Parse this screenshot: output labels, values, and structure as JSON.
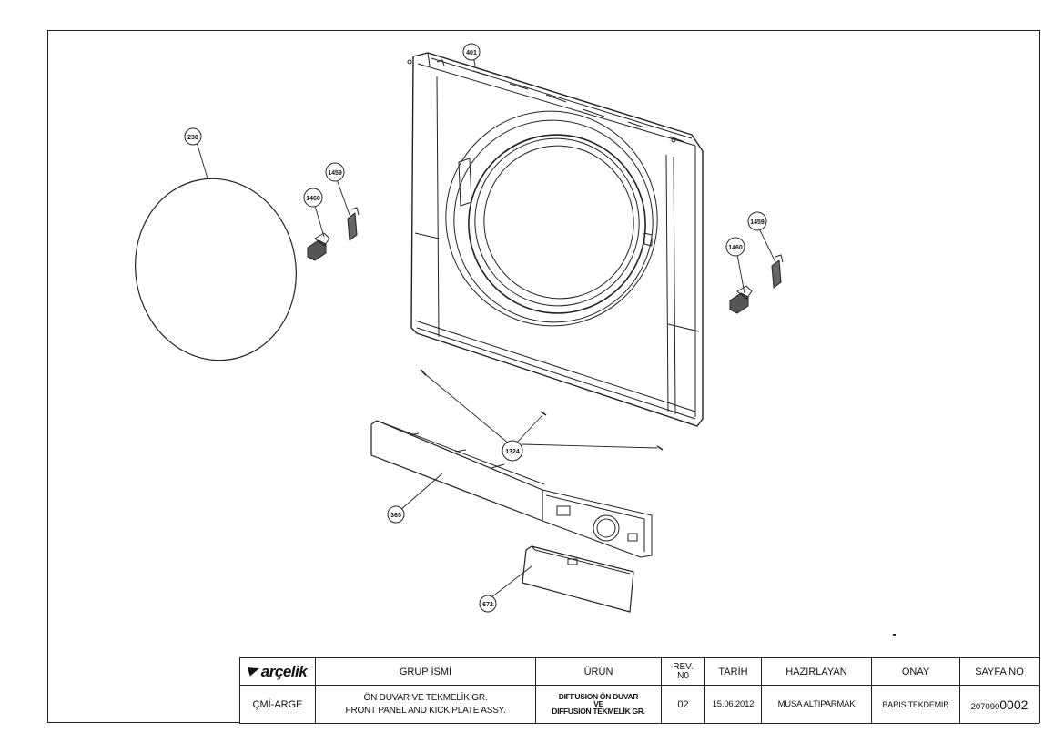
{
  "callouts": [
    {
      "id": "front-panel",
      "label": "401"
    },
    {
      "id": "gasket",
      "label": "230"
    },
    {
      "id": "hinge-left-upper",
      "label": "1459"
    },
    {
      "id": "hinge-left-lower",
      "label": "1460"
    },
    {
      "id": "hinge-right-upper",
      "label": "1459"
    },
    {
      "id": "hinge-right-lower",
      "label": "1460"
    },
    {
      "id": "screw",
      "label": "1324"
    },
    {
      "id": "kick-plate",
      "label": "365"
    },
    {
      "id": "filter-cover",
      "label": "672"
    }
  ],
  "title_block": {
    "logo": "arçelik",
    "headers": {
      "group": "GRUP İSMİ",
      "product": "ÜRÜN",
      "rev": [
        "REV.",
        "N0"
      ],
      "date": "TARİH",
      "prepared": "HAZIRLAYAN",
      "approval": "ONAY",
      "page": "SAYFA NO"
    },
    "values": {
      "dept": "ÇMİ-ARGE",
      "group": [
        "ÖN DUVAR VE TEKMELİK GR.",
        "FRONT PANEL AND KICK PLATE ASSY."
      ],
      "product": [
        "DIFFUSION ÖN DUVAR",
        "VE",
        "DIFFUSION TEKMELİK GR."
      ],
      "rev": "02",
      "date": "15.06.2012",
      "prepared": "MUSA ALTIPARMAK",
      "approval": "BARIS TEKDEMIR",
      "page_prefix": "207090",
      "page_suffix": "0002"
    }
  }
}
